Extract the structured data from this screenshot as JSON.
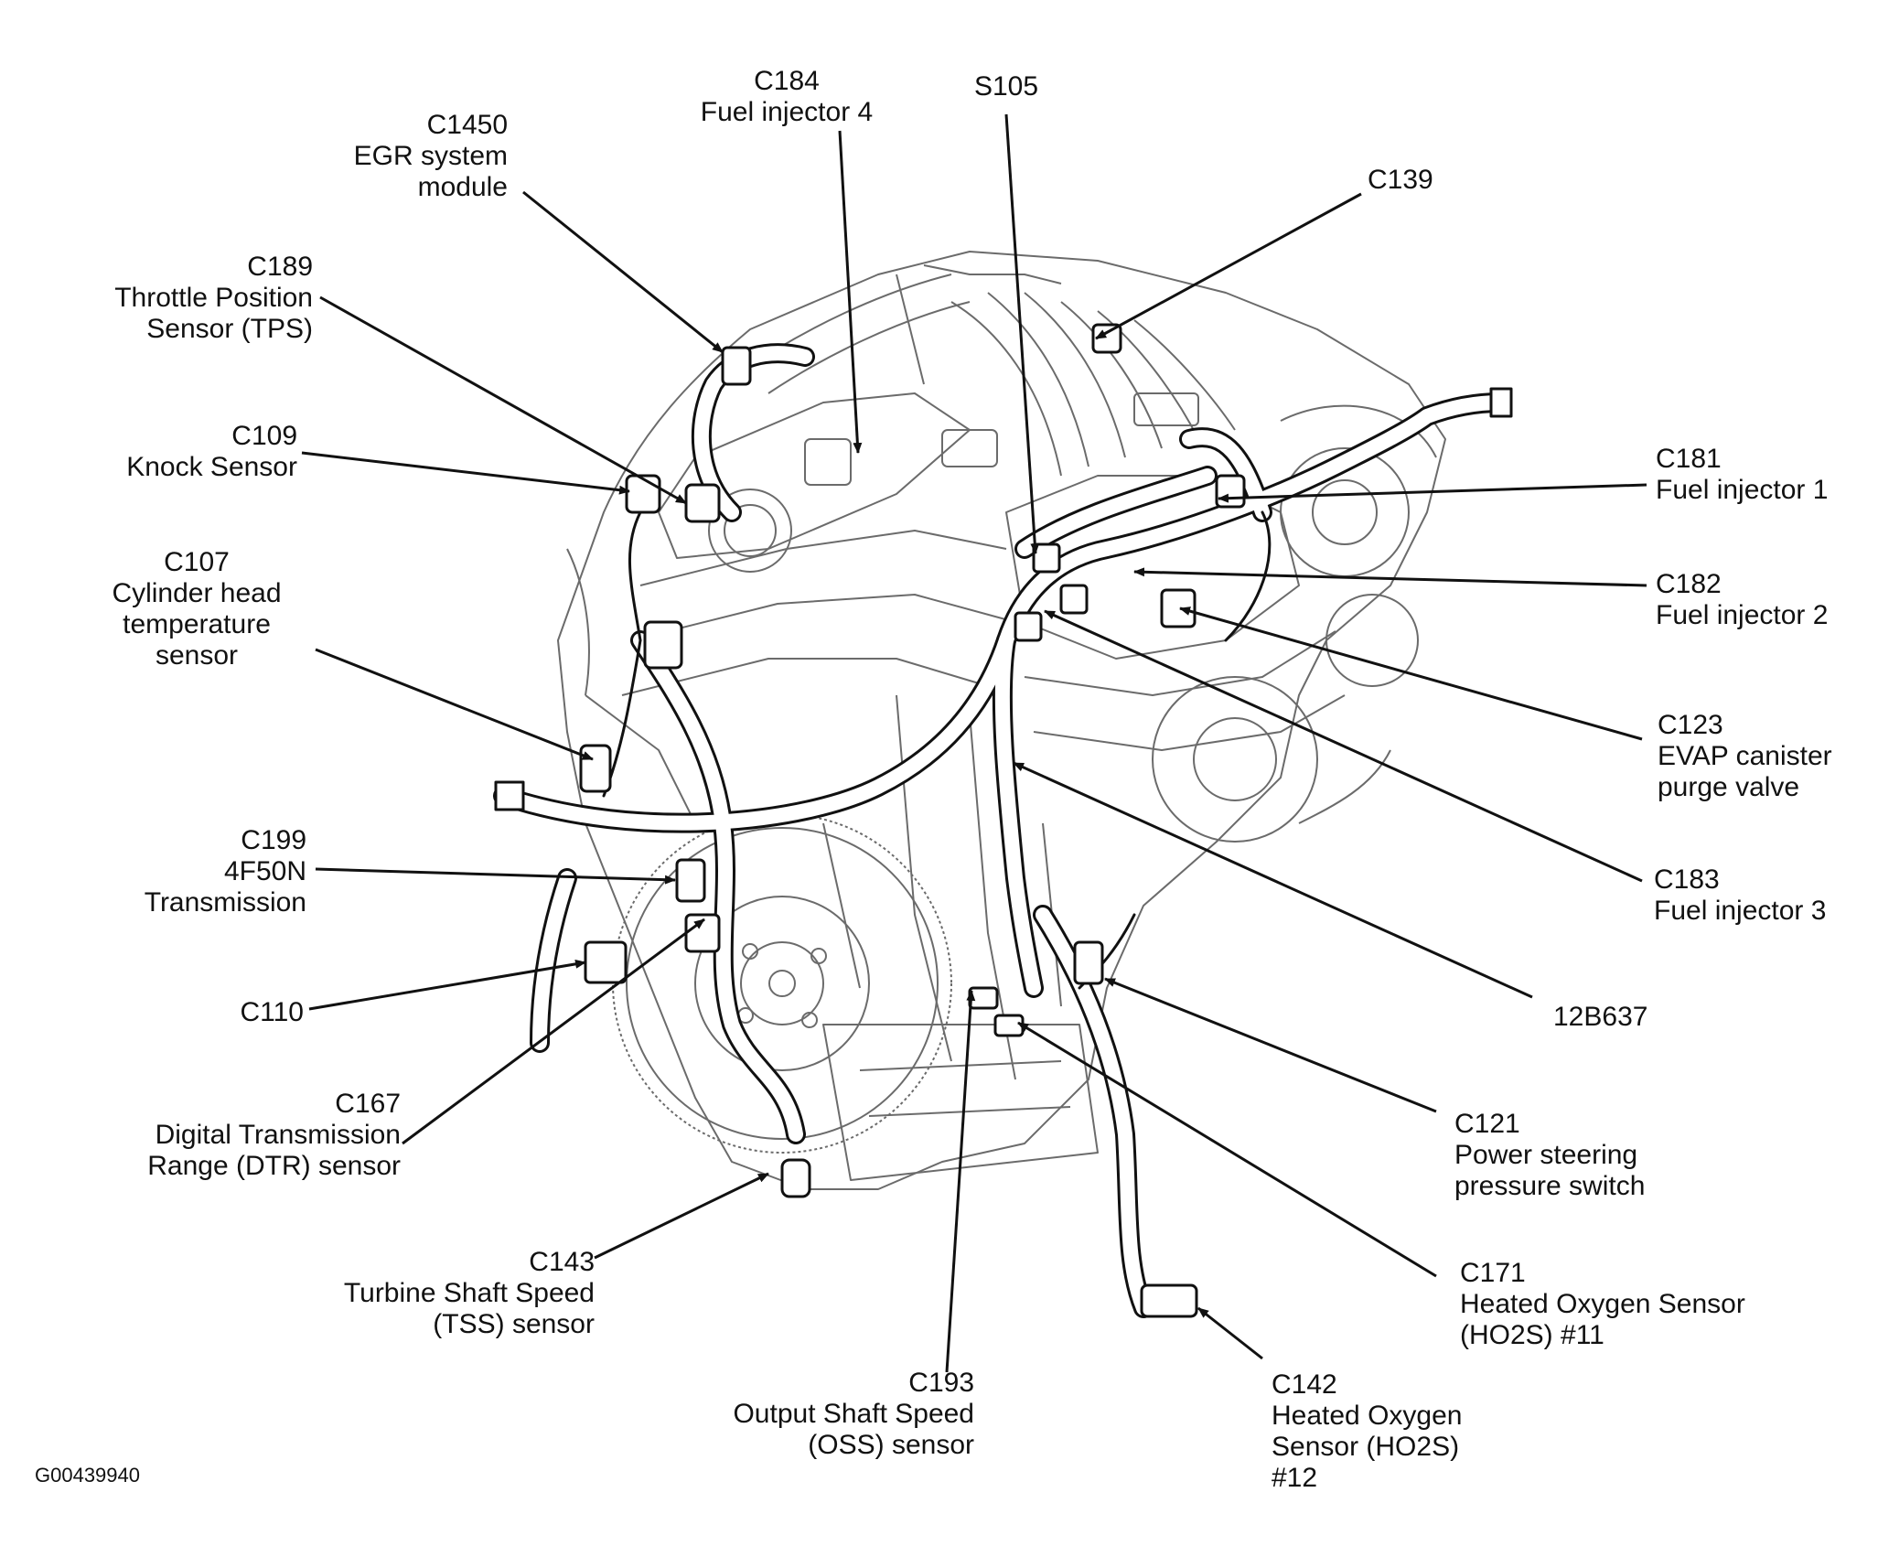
{
  "figure_id": "G00439940",
  "callouts": {
    "c1450": {
      "ref": "C1450",
      "lines": [
        "EGR system",
        "module"
      ]
    },
    "c184": {
      "ref": "C184",
      "lines": [
        "Fuel injector 4"
      ]
    },
    "s105": {
      "ref": "S105",
      "lines": []
    },
    "c139": {
      "ref": "C139",
      "lines": []
    },
    "c189": {
      "ref": "C189",
      "lines": [
        "Throttle Position",
        "Sensor (TPS)"
      ]
    },
    "c109": {
      "ref": "C109",
      "lines": [
        "Knock Sensor"
      ]
    },
    "c107": {
      "ref": "C107",
      "lines": [
        "Cylinder head",
        "temperature",
        "sensor"
      ]
    },
    "c181": {
      "ref": "C181",
      "lines": [
        "Fuel injector 1"
      ]
    },
    "c182": {
      "ref": "C182",
      "lines": [
        "Fuel injector 2"
      ]
    },
    "c123": {
      "ref": "C123",
      "lines": [
        "EVAP canister",
        "purge valve"
      ]
    },
    "c183": {
      "ref": "C183",
      "lines": [
        "Fuel injector 3"
      ]
    },
    "c199": {
      "ref": "C199",
      "lines": [
        "4F50N",
        "Transmission"
      ]
    },
    "c110": {
      "ref": "C110",
      "lines": []
    },
    "c12b637": {
      "ref": "12B637",
      "lines": []
    },
    "c167": {
      "ref": "C167",
      "lines": [
        "Digital Transmission",
        "Range (DTR) sensor"
      ]
    },
    "c121": {
      "ref": "C121",
      "lines": [
        "Power steering",
        "pressure switch"
      ]
    },
    "c143": {
      "ref": "C143",
      "lines": [
        "Turbine Shaft Speed",
        "(TSS) sensor"
      ]
    },
    "c171": {
      "ref": "C171",
      "lines": [
        "Heated Oxygen Sensor",
        "(HO2S) #11"
      ]
    },
    "c193": {
      "ref": "C193",
      "lines": [
        "Output Shaft Speed",
        "(OSS) sensor"
      ]
    },
    "c142": {
      "ref": "C142",
      "lines": [
        "Heated Oxygen",
        "Sensor (HO2S)",
        "#12"
      ]
    }
  },
  "colors": {
    "ink": "#111111",
    "background": "#ffffff",
    "engine_line": "#6b6b6b",
    "harness": "#ffffff"
  }
}
